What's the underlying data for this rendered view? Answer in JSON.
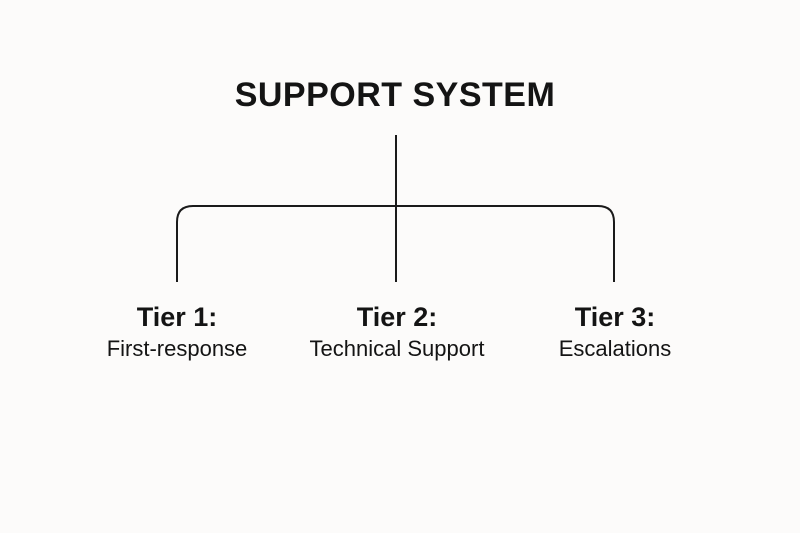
{
  "colors": {
    "background": "#fcfbfa",
    "text": "#141414",
    "line": "#1a1a1a"
  },
  "diagram": {
    "title": "SUPPORT SYSTEM",
    "tiers": [
      {
        "heading": "Tier 1:",
        "description": "First-response"
      },
      {
        "heading": "Tier 2:",
        "description": "Technical Support"
      },
      {
        "heading": "Tier 3:",
        "description": "Escalations"
      }
    ]
  }
}
